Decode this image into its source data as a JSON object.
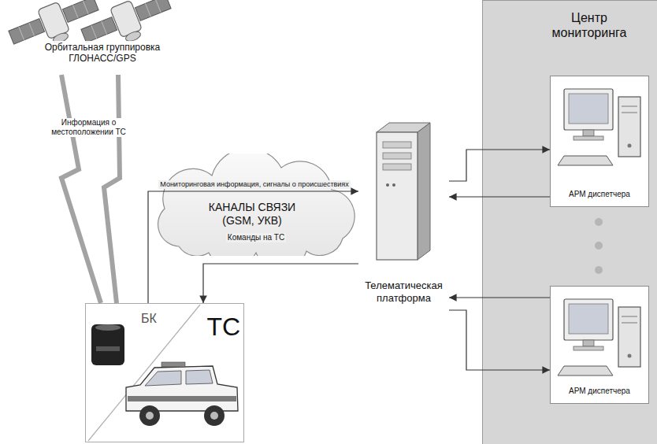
{
  "diagram": {
    "nodes": [
      {
        "text": [
          "Орбитальная группировка ГЛОНАСС/GPS"
        ]
      },
      {
        "text": [
          "КАНАЛЫ СВЯЗИ (GSM, УКВ)"
        ]
      },
      {
        "text": [
          "Телематическая платформа"
        ]
      },
      {
        "text": [
          "Центр мониторинга"
        ]
      },
      {
        "text": [
          "АРМ диспетчера"
        ],
        "in": 3
      },
      {
        "text": [
          "АРМ диспетчера"
        ],
        "in": 3
      },
      {
        "text": [
          "БК",
          "ТС"
        ]
      }
    ],
    "edges": [
      {
        "from": 0,
        "to": 6,
        "arrow": "none",
        "label": "Информация о местоположении ТС"
      },
      {
        "from": 0,
        "to": 6,
        "arrow": "none"
      },
      {
        "from": 6,
        "to": 2,
        "arrow": "to",
        "label": "Мониторинговая информация, сигналы о происшествиях"
      },
      {
        "from": 2,
        "to": 6,
        "arrow": "to",
        "label": "Команды на ТС"
      },
      {
        "from": 2,
        "to": 4,
        "arrow": "to"
      },
      {
        "from": 4,
        "to": 2,
        "arrow": "to"
      },
      {
        "from": 5,
        "to": 2,
        "arrow": "to"
      },
      {
        "from": 2,
        "to": 5,
        "arrow": "to"
      }
    ]
  }
}
